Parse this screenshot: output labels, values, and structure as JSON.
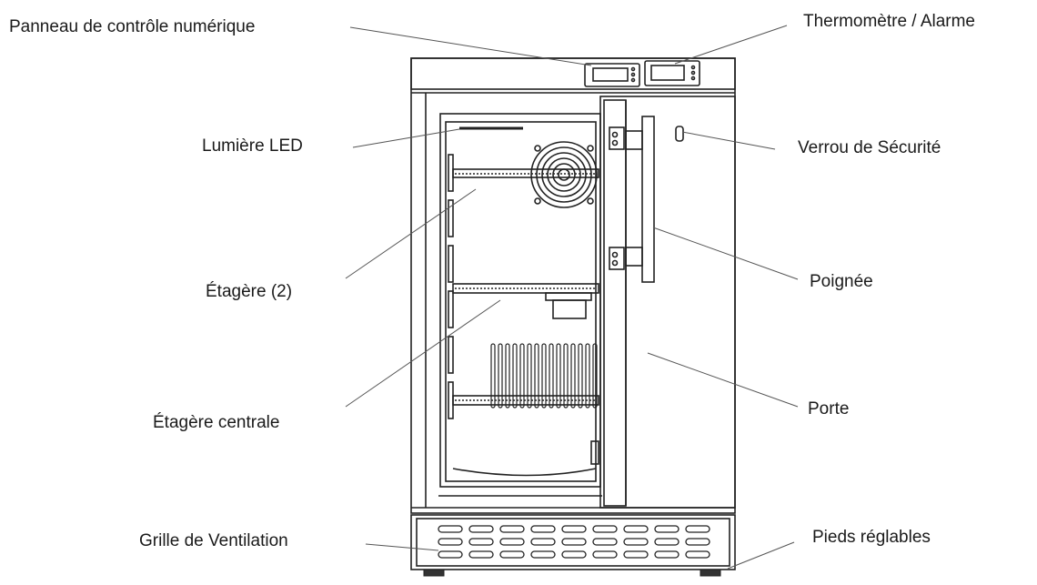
{
  "labels": {
    "control_panel": "Panneau de contrôle numérique",
    "thermometer": "Thermomètre / Alarme",
    "led_light": "Lumière LED",
    "security_lock": "Verrou de Sécurité",
    "shelf": "Étagère (2)",
    "handle": "Poignée",
    "central_shelf": "Étagère centrale",
    "door": "Porte",
    "vent_grille": "Grille de Ventilation",
    "adjustable_feet": "Pieds réglables"
  },
  "colors": {
    "line": "#222222",
    "leader": "#555555",
    "text": "#1a1a1a"
  }
}
